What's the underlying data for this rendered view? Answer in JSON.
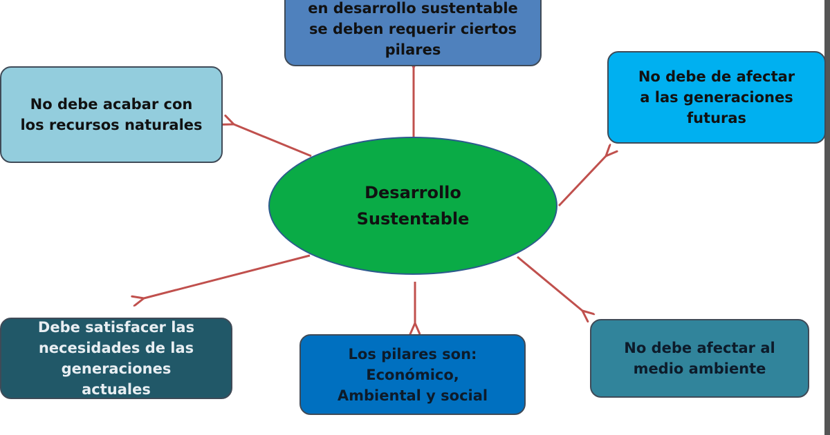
{
  "diagram": {
    "center": {
      "label": "Desarrollo\nSustentable",
      "fill": "#0aab46"
    },
    "nodes": [
      {
        "id": "top",
        "label": "en desarrollo sustentable\nse deben requerir ciertos\npilares",
        "fill": "#4f81bd"
      },
      {
        "id": "left",
        "label": "No debe acabar con\nlos recursos naturales",
        "fill": "#93cddd"
      },
      {
        "id": "right",
        "label": "No debe de afectar\na las generaciones\nfuturas",
        "fill": "#00b0f0"
      },
      {
        "id": "bottom_left",
        "label": "Debe satisfacer las\nnecesidades de las\ngeneraciones\nactuales",
        "fill": "#215868"
      },
      {
        "id": "bottom_center",
        "label": "Los pilares son:\nEconómico,\nAmbiental y social",
        "fill": "#0070c0"
      },
      {
        "id": "bottom_right",
        "label": "No debe afectar al\nmedio ambiente",
        "fill": "#31849b"
      }
    ],
    "arrow_color": "#c0504d"
  }
}
